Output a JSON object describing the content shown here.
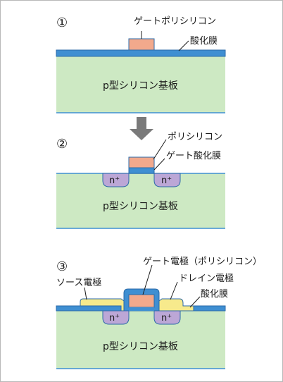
{
  "steps": [
    {
      "number": "①",
      "labels": {
        "gate_poly": "ゲートポリシリコン",
        "oxide": "酸化膜",
        "substrate": "p型シリコン基板"
      }
    },
    {
      "number": "②",
      "labels": {
        "poly": "ポリシリコン",
        "gate_oxide": "ゲート酸化膜",
        "n_left": "n⁺",
        "n_right": "n⁺",
        "substrate": "p型シリコン基板"
      }
    },
    {
      "number": "③",
      "labels": {
        "gate_electrode": "ゲート電極（ポリシリコン）",
        "source_electrode": "ソース電極",
        "drain_electrode": "ドレイン電極",
        "oxide": "酸化膜",
        "n_left": "n⁺",
        "n_right": "n⁺",
        "substrate": "p型シリコン基板"
      }
    }
  ],
  "colors": {
    "substrate": "#cde9c3",
    "oxide": "#3f8fd2",
    "poly": "#f2a98c",
    "n_region": "#bca7d6",
    "electrode": "#f7ea8c",
    "arrow": "#7a7a7a",
    "outline": "#2b6aa8"
  }
}
